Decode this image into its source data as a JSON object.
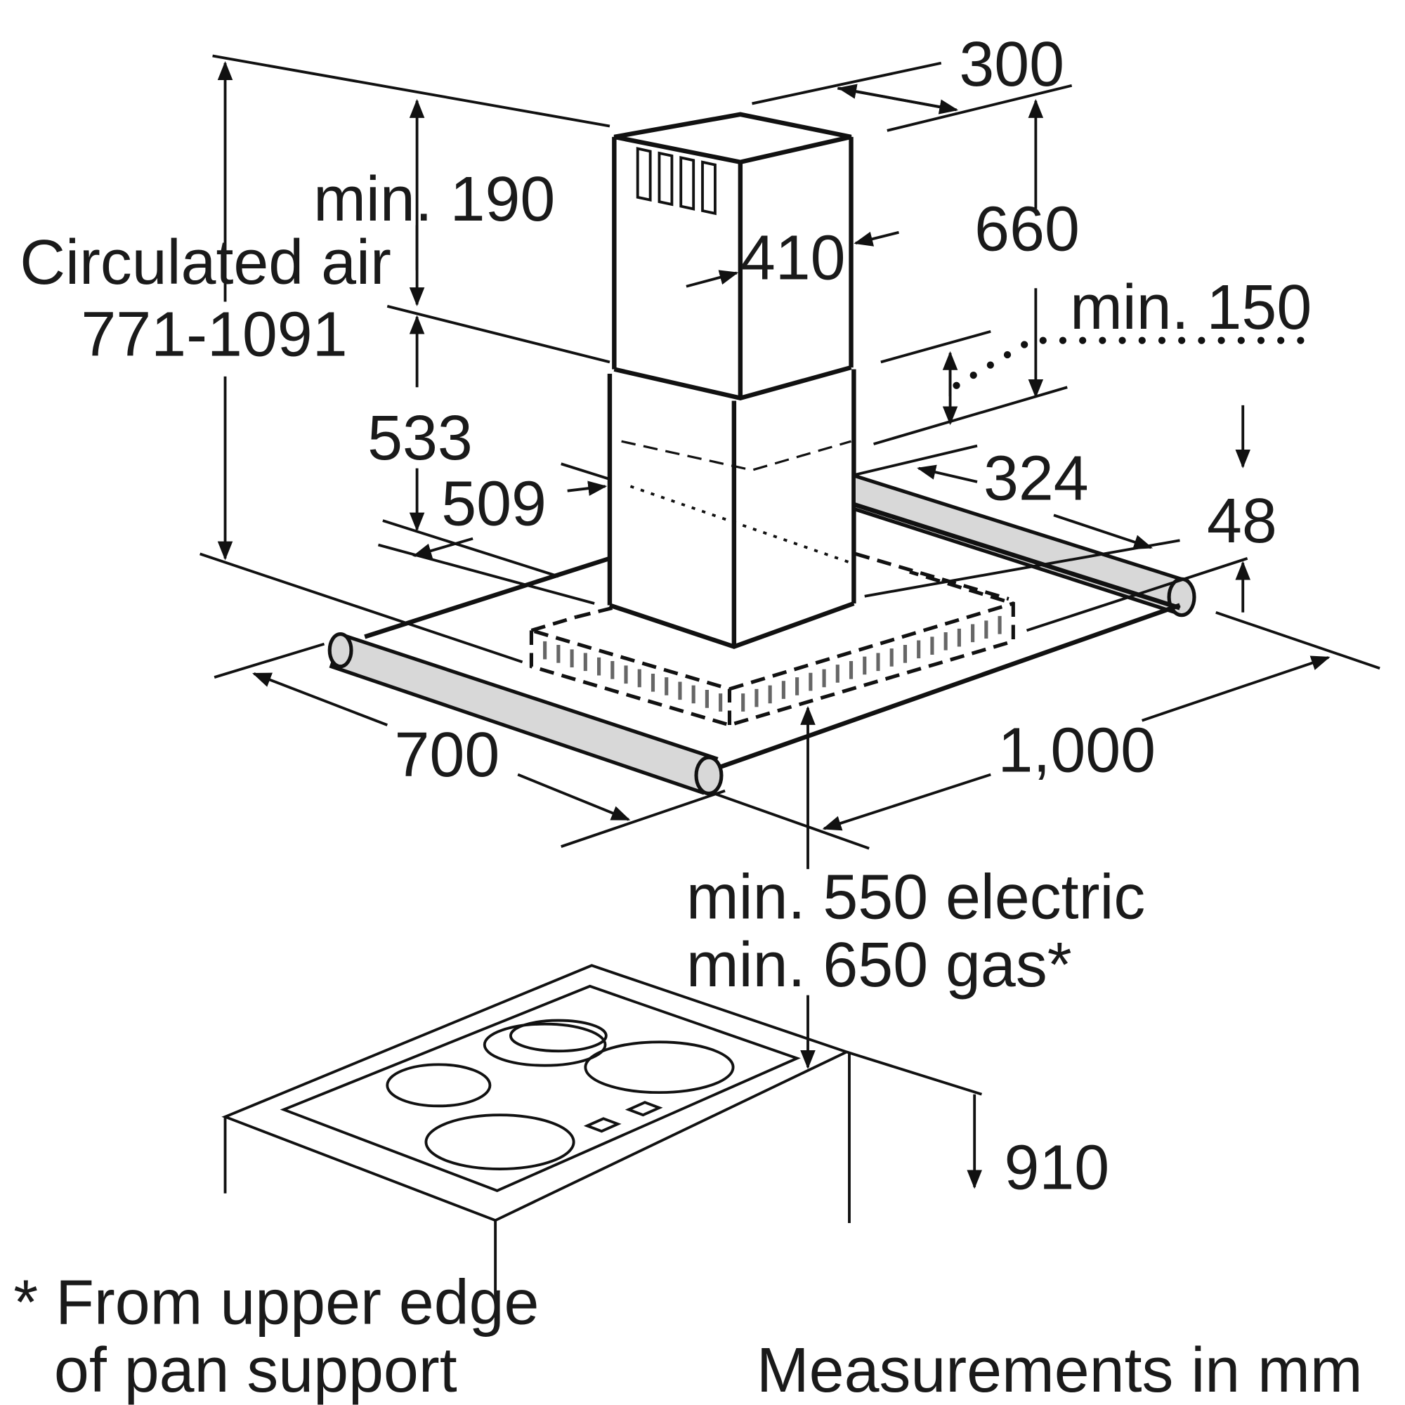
{
  "diagram": {
    "dimensions": {
      "chimney_depth": "300",
      "min_190": "min. 190",
      "circulated_air_label": "Circulated air",
      "circulated_air_range": "771-1091",
      "chimney_upper_height": "660",
      "chimney_width": "410",
      "min_150": "min. 150",
      "d533": "533",
      "d509": "509",
      "d324": "324",
      "hood_thickness": "48",
      "hood_depth": "700",
      "hood_width": "1,000",
      "min_electric": "min. 550 electric",
      "min_gas": "min. 650 gas*",
      "counter_height": "910"
    },
    "footnote_line1": "* From upper edge",
    "footnote_line2": "of pan support",
    "units_note": "Measurements in mm"
  }
}
